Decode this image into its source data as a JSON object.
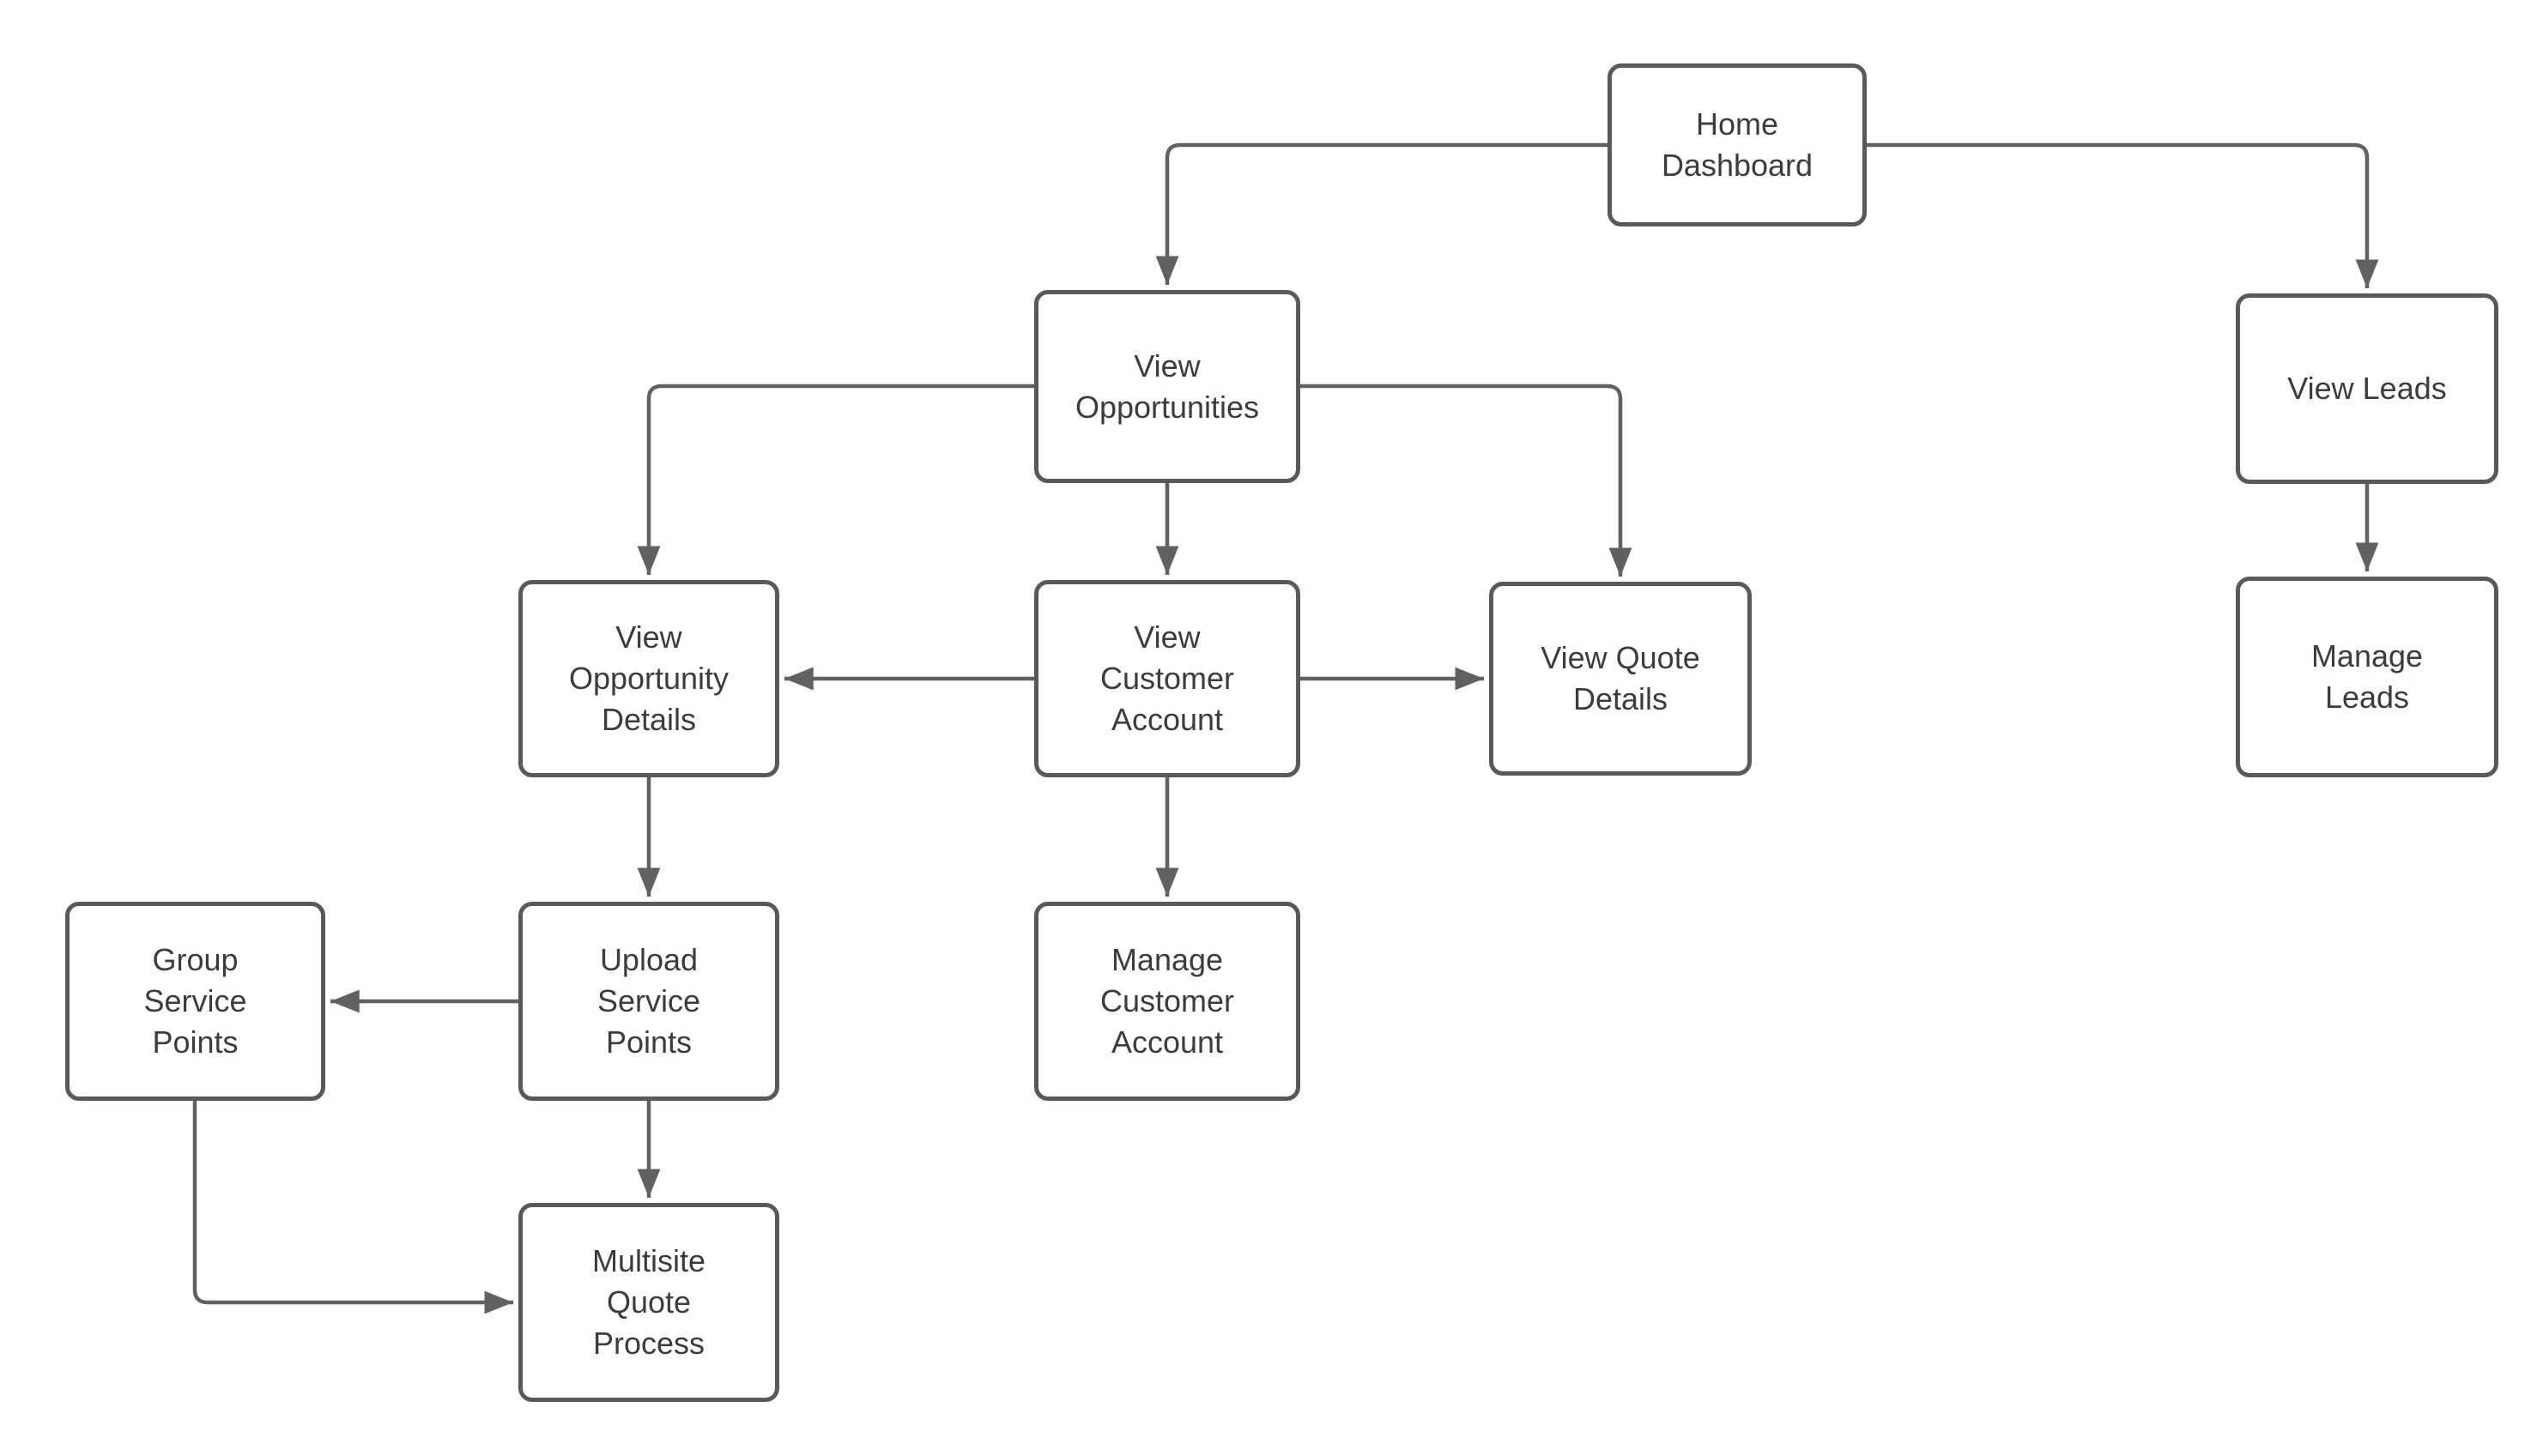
{
  "diagram_type": "flowchart",
  "colors": {
    "background": "#ffffff",
    "node_fill": "#ffffff",
    "node_border": "#595959",
    "edge": "#616161",
    "text": "#3c3c3c"
  },
  "nodes": {
    "home_dashboard": {
      "label": "Home Dashboard",
      "text": "Home\nDashboard"
    },
    "view_opportunities": {
      "label": "View Opportunities",
      "text": "View\nOpportunities"
    },
    "view_leads": {
      "label": "View Leads",
      "text": "View Leads"
    },
    "view_opportunity_details": {
      "label": "View Opportunity Details",
      "text": "View\nOpportunity\nDetails"
    },
    "view_customer_account": {
      "label": "View Customer Account",
      "text": "View\nCustomer\nAccount"
    },
    "view_quote_details": {
      "label": "View Quote Details",
      "text": "View Quote\nDetails"
    },
    "manage_leads": {
      "label": "Manage Leads",
      "text": "Manage\nLeads"
    },
    "manage_customer_account": {
      "label": "Manage Customer Account",
      "text": "Manage\nCustomer\nAccount"
    },
    "upload_service_points": {
      "label": "Upload Service Points",
      "text": "Upload\nService\nPoints"
    },
    "group_service_points": {
      "label": "Group Service Points",
      "text": "Group\nService\nPoints"
    },
    "multisite_quote_process": {
      "label": "Multisite Quote Process",
      "text": "Multisite\nQuote\nProcess"
    }
  },
  "edges": [
    {
      "from": "home_dashboard",
      "to": "view_opportunities"
    },
    {
      "from": "home_dashboard",
      "to": "view_leads"
    },
    {
      "from": "view_opportunities",
      "to": "view_opportunity_details"
    },
    {
      "from": "view_opportunities",
      "to": "view_customer_account"
    },
    {
      "from": "view_opportunities",
      "to": "view_quote_details"
    },
    {
      "from": "view_customer_account",
      "to": "view_opportunity_details"
    },
    {
      "from": "view_customer_account",
      "to": "view_quote_details"
    },
    {
      "from": "view_customer_account",
      "to": "manage_customer_account"
    },
    {
      "from": "view_leads",
      "to": "manage_leads"
    },
    {
      "from": "view_opportunity_details",
      "to": "upload_service_points"
    },
    {
      "from": "upload_service_points",
      "to": "group_service_points"
    },
    {
      "from": "upload_service_points",
      "to": "multisite_quote_process"
    },
    {
      "from": "group_service_points",
      "to": "multisite_quote_process"
    }
  ]
}
